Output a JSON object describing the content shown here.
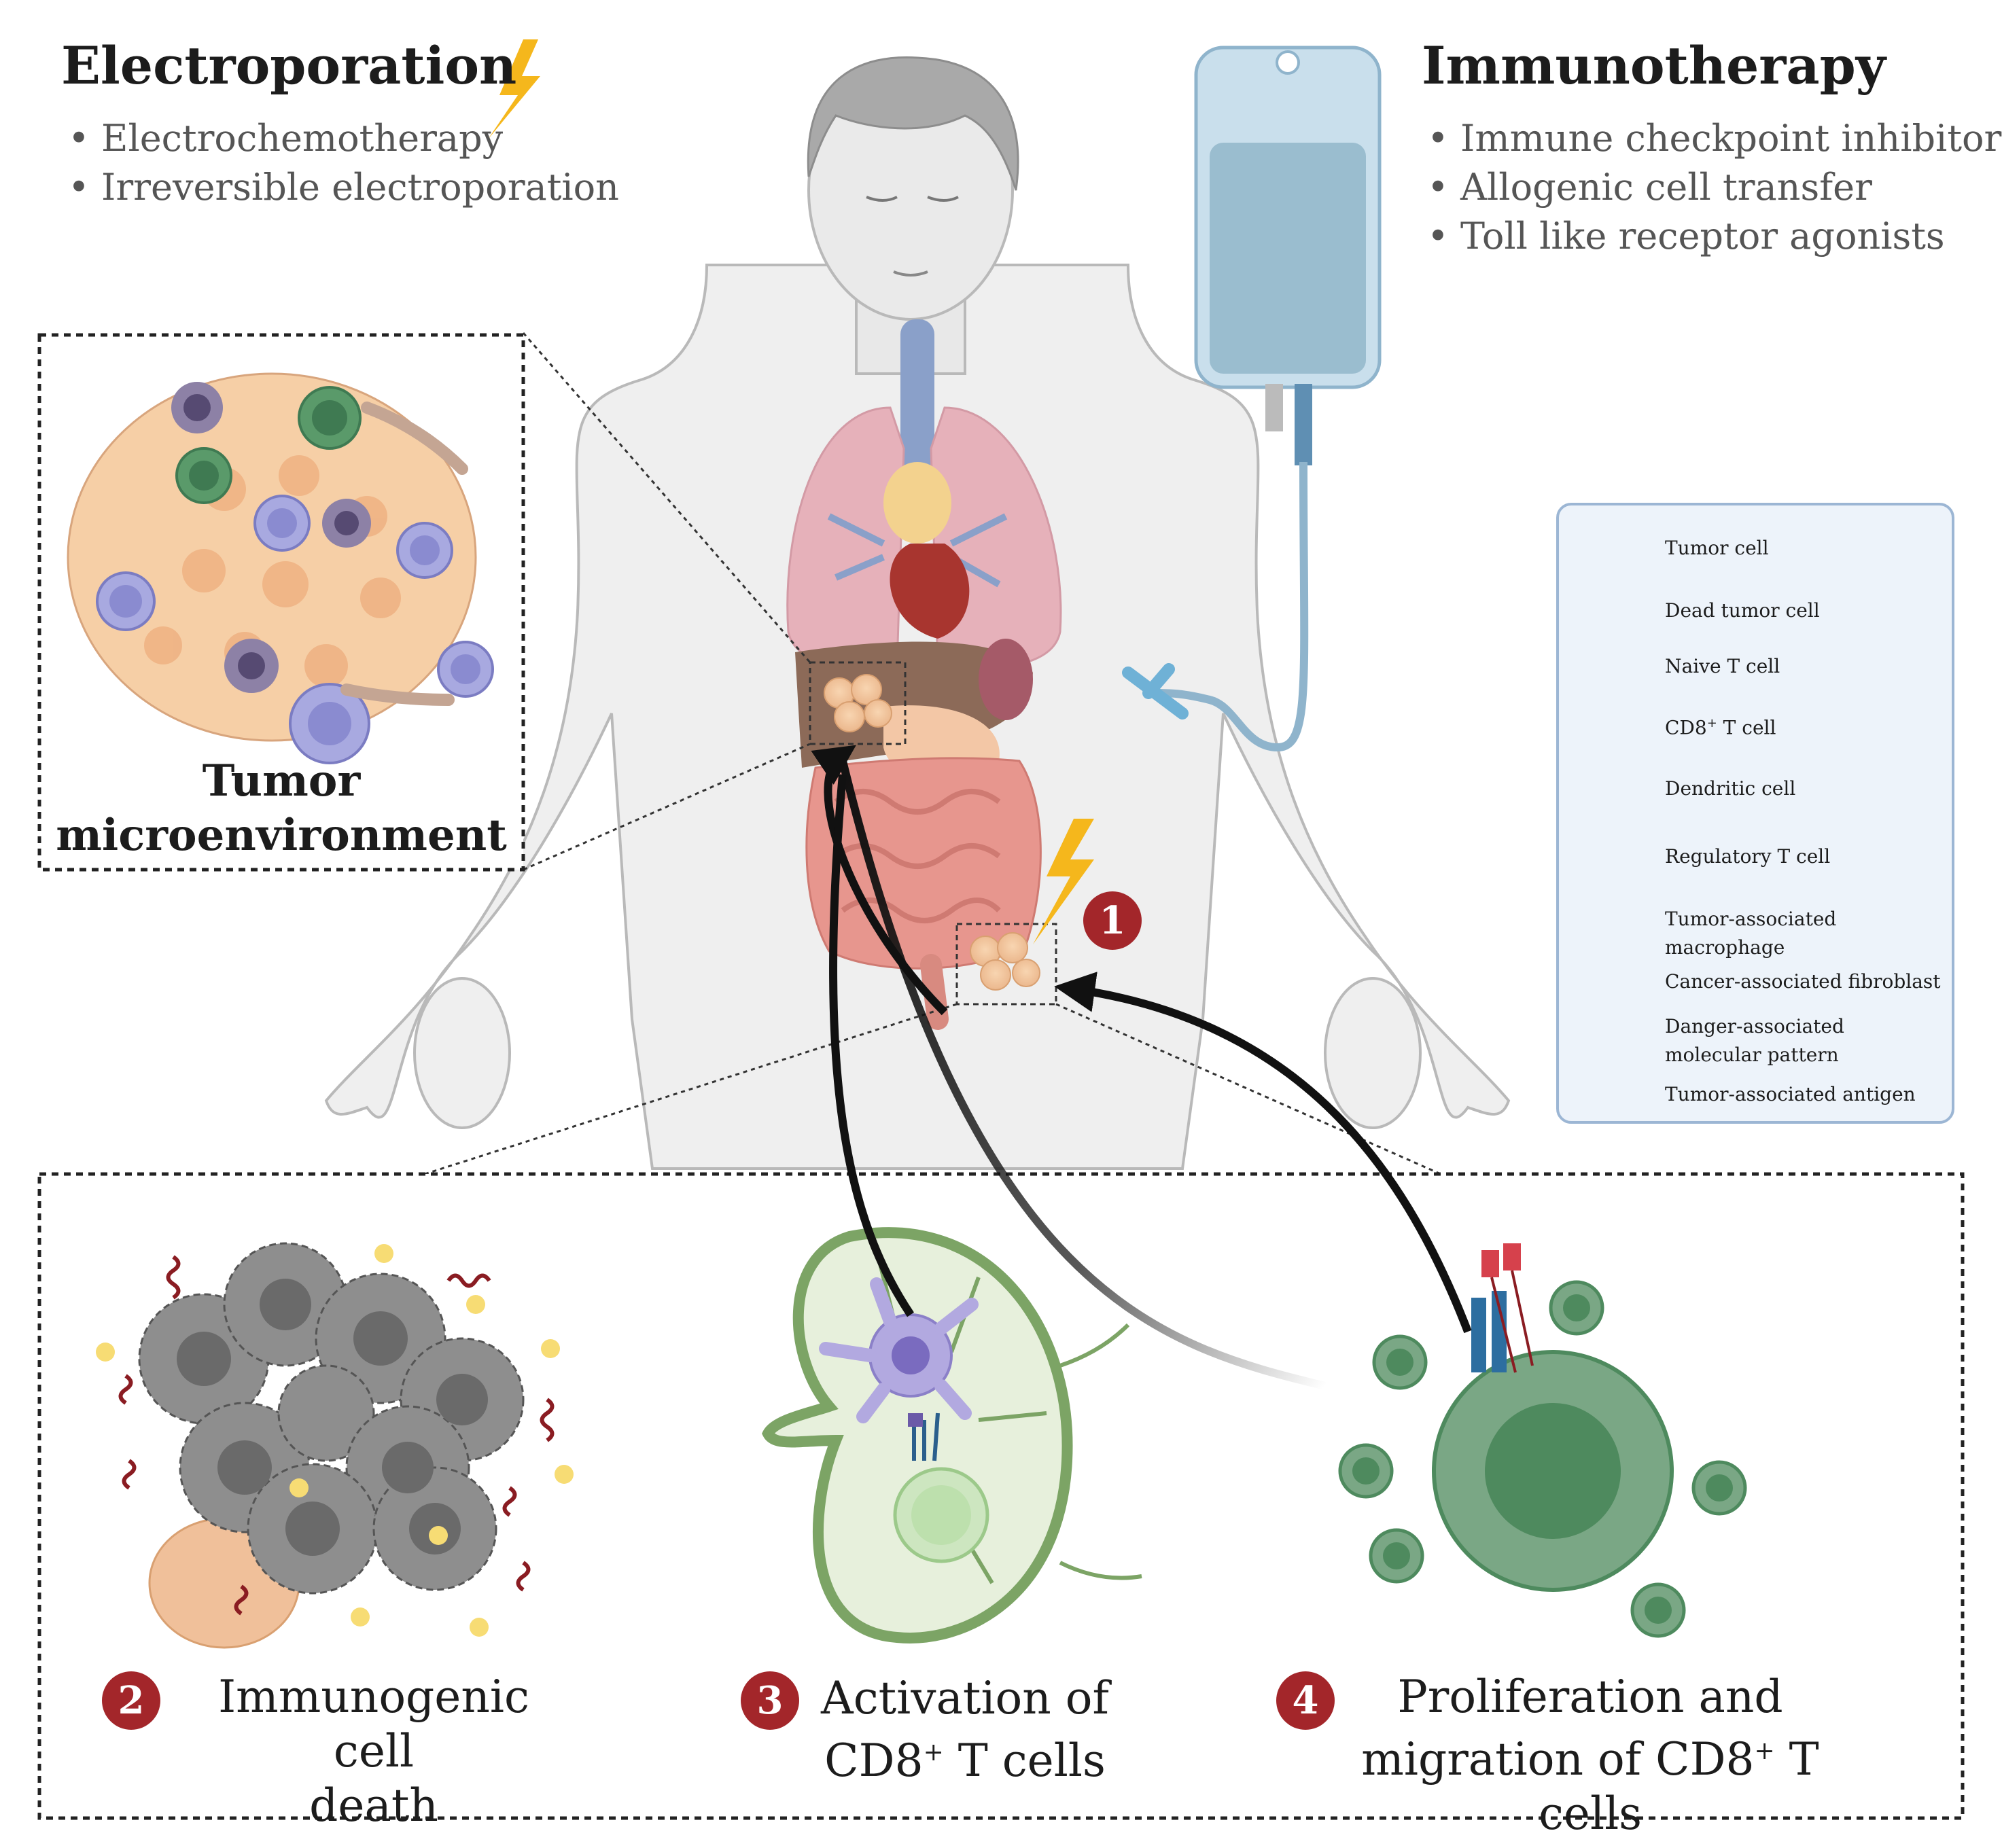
{
  "electroporation": {
    "title": "Electroporation",
    "items": [
      "Electrochemotherapy",
      "Irreversible electroporation"
    ]
  },
  "immunotherapy": {
    "title": "Immunotherapy",
    "items": [
      "Immune checkpoint inhibitors",
      "Allogenic cell transfer",
      "Toll like receptor agonists"
    ]
  },
  "microenvironment": {
    "line1": "Tumor",
    "line2": "microenvironment"
  },
  "steps": {
    "s1": {
      "num": "1"
    },
    "s2": {
      "num": "2",
      "line1": "Immunogenic cell",
      "line2": "death"
    },
    "s3": {
      "num": "3",
      "line1a": "Activation of",
      "line2a": "CD8",
      "sup": "+",
      "line2b": " T cells"
    },
    "s4": {
      "num": "4",
      "line1": "Proliferation and",
      "line2a": "migration of CD8",
      "sup": "+",
      "line2b": " T cells"
    }
  },
  "legend": {
    "items": [
      {
        "label": "Tumor cell",
        "icon": "tumor-cell-icon"
      },
      {
        "label": "Dead tumor cell",
        "icon": "dead-tumor-cell-icon"
      },
      {
        "label": "Naive T cell",
        "icon": "naive-t-cell-icon"
      },
      {
        "label_a": "CD8",
        "sup": "+",
        "label_b": " T cell",
        "icon": "cd8-t-cell-icon"
      },
      {
        "label": "Dendritic cell",
        "icon": "dendritic-cell-icon"
      },
      {
        "label": "Regulatory T cell",
        "icon": "regulatory-t-cell-icon"
      },
      {
        "label": "Tumor-associated macrophage",
        "icon": "macrophage-icon"
      },
      {
        "label": "Cancer-associated fibroblast",
        "icon": "fibroblast-icon"
      },
      {
        "label": "Danger-associated molecular pattern",
        "icon": "damp-icon"
      },
      {
        "label": "Tumor-associated antigen",
        "icon": "antigen-icon"
      }
    ]
  },
  "colors": {
    "step_badge": "#a3262a",
    "cd8_green": "#4e8a5e",
    "tumor_orange": "#f2c49b",
    "dead_gray": "#8a8a8a",
    "treg_blue": "#a8a9e0",
    "bolt_yellow": "#f5b71c",
    "legend_bg": "#edf3fa"
  }
}
